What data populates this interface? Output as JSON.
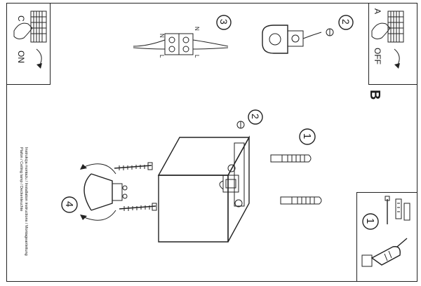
{
  "panels": {
    "c": {
      "letter": "C",
      "state": "ON"
    },
    "a": {
      "letter": "A",
      "state": "OFF"
    },
    "b": {
      "letter": "B"
    }
  },
  "steps": {
    "s1": "1",
    "s2": "2",
    "s3": "3",
    "s4": "4",
    "s1_tools": "1",
    "s2_main": "2"
  },
  "wiring": {
    "n_left": "N",
    "l_left": "L",
    "n_right": "N",
    "l_right": "L"
  },
  "instructions": {
    "line1": "Instrukcja montażu / Installation instructions / Montageanleitung",
    "line2": "Plafon / Ceiling lamp / Deckenleuchte"
  },
  "colors": {
    "line": "#222222",
    "background": "#ffffff"
  }
}
